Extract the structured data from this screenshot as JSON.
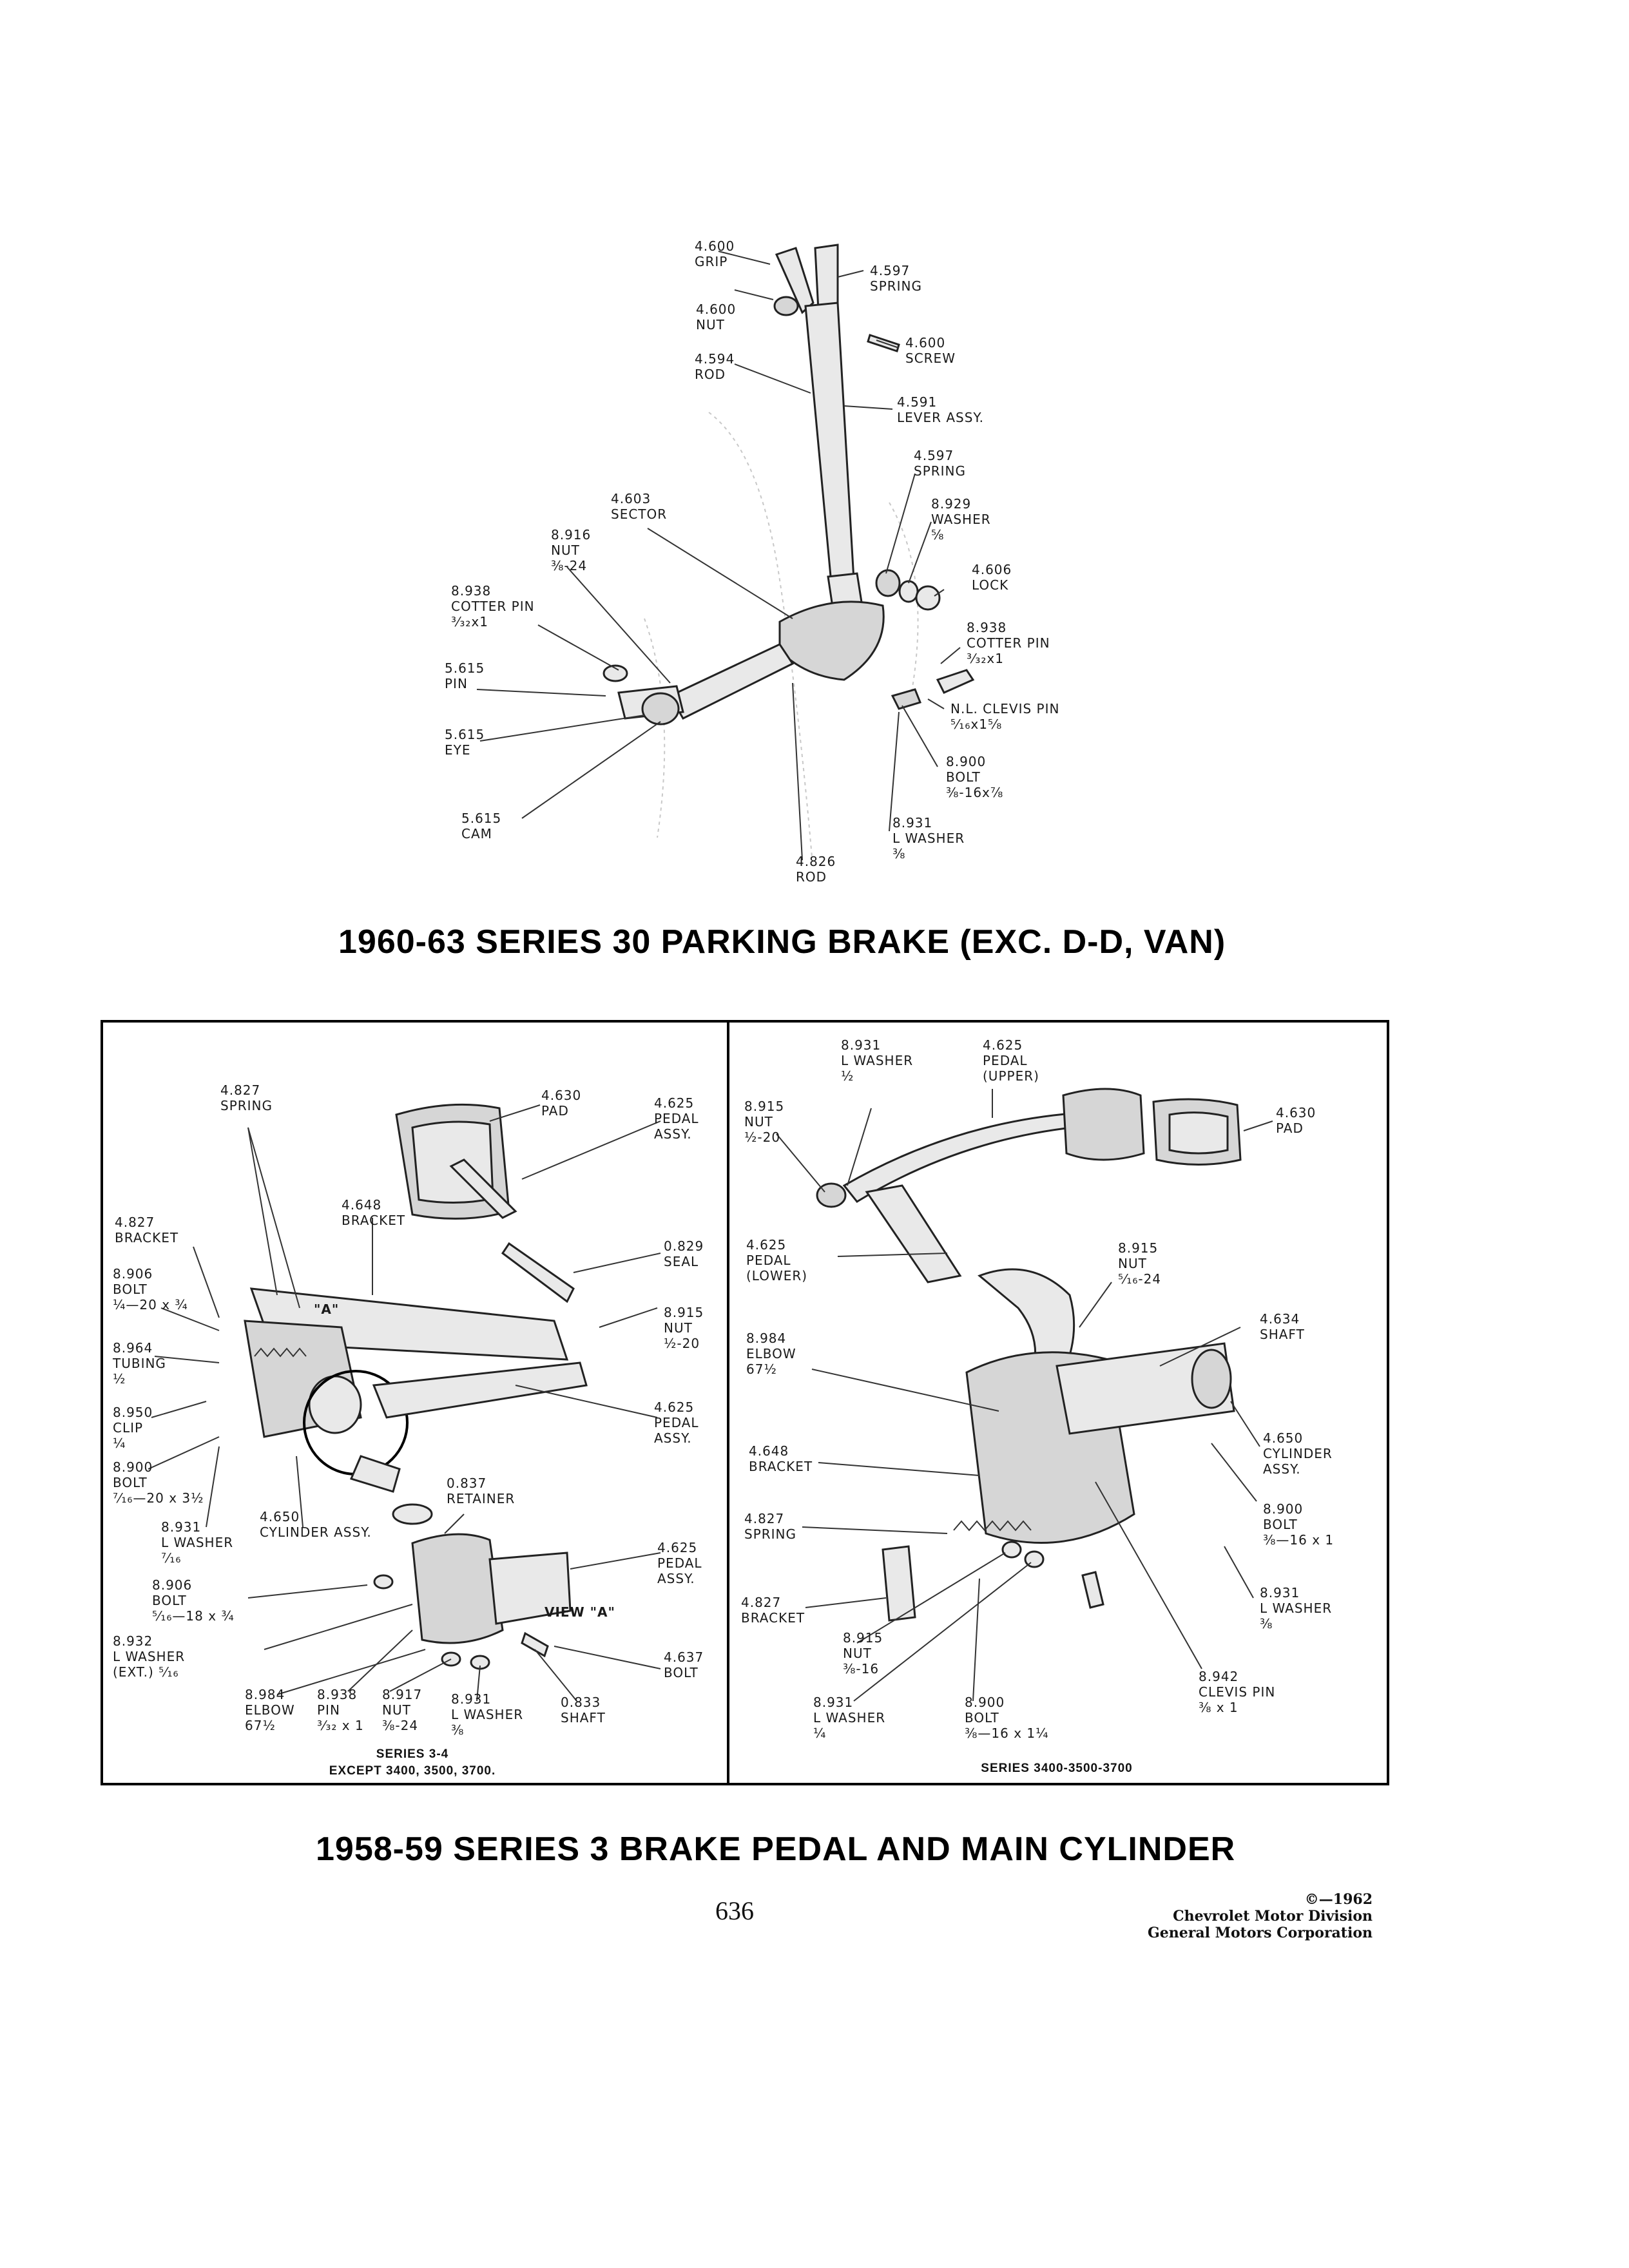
{
  "parking_brake": {
    "title": "1960-63 SERIES 30 PARKING BRAKE (EXC. D-D, VAN)",
    "labels": [
      "4.600\nGRIP",
      "4.597\nSPRING",
      "4.600\nNUT",
      "4.600\nSCREW",
      "4.594\nROD",
      "4.591\nLEVER ASSY.",
      "4.597\nSPRING",
      "4.603\nSECTOR",
      "8.929\nWASHER\n⅝",
      "8.916\nNUT\n⅜-24",
      "4.606\nLOCK",
      "8.938\nCOTTER PIN\n³⁄₃₂x1",
      "8.938\nCOTTER PIN\n³⁄₃₂x1",
      "5.615\nPIN",
      "N.L. CLEVIS PIN\n⁵⁄₁₆x1⁵⁄₈",
      "5.615\nEYE",
      "8.900\nBOLT\n⅜-16x⅞",
      "5.615\nCAM",
      "8.931\nL WASHER\n⅜",
      "4.826\nROD"
    ]
  },
  "brake_pedal": {
    "title": "1958-59 SERIES 3 BRAKE PEDAL AND MAIN CYLINDER",
    "left_panel": {
      "caption": "SERIES 3-4\nEXCEPT 3400, 3500, 3700.",
      "view_label": "VIEW \"A\"",
      "view_marker": "\"A\"",
      "labels": [
        "4.827\nSPRING",
        "4.630\nPAD",
        "4.625\nPEDAL\nASSY.",
        "4.648\nBRACKET",
        "4.827\nBRACKET",
        "0.829\nSEAL",
        "8.906\nBOLT\n¼—20 x ¾",
        "8.915\nNUT\n½-20",
        "8.964\nTUBING\n½",
        "4.625\nPEDAL\nASSY.",
        "8.950\nCLIP\n¼",
        "8.900\nBOLT\n⁷⁄₁₆—20 x 3½",
        "0.837\nRETAINER",
        "8.931\nL WASHER\n⁷⁄₁₆",
        "4.650\nCYLINDER ASSY.",
        "4.625\nPEDAL\nASSY.",
        "8.906\nBOLT\n⁵⁄₁₆—18 x ¾",
        "8.932\nL WASHER\n(EXT.) ⁵⁄₁₆",
        "4.637\nBOLT",
        "8.984\nELBOW\n67½",
        "8.938\nPIN\n³⁄₃₂ x 1",
        "8.917\nNUT\n⅜-24",
        "8.931\nL WASHER\n⅜",
        "0.833\nSHAFT"
      ]
    },
    "right_panel": {
      "caption": "SERIES 3400-3500-3700",
      "labels": [
        "8.931\nL WASHER\n½",
        "4.625\nPEDAL\n(UPPER)",
        "8.915\nNUT\n½-20",
        "4.630\nPAD",
        "4.625\nPEDAL\n(LOWER)",
        "8.915\nNUT\n⁵⁄₁₆-24",
        "4.634\nSHAFT",
        "8.984\nELBOW\n67½",
        "4.650\nCYLINDER\nASSY.",
        "4.648\nBRACKET",
        "8.900\nBOLT\n⅜—16 x 1",
        "4.827\nSPRING",
        "8.931\nL WASHER\n⅜",
        "4.827\nBRACKET",
        "8.915\nNUT\n⅜-16",
        "8.942\nCLEVIS PIN\n⅜ x 1",
        "8.931\nL WASHER\n¼",
        "8.900\nBOLT\n⅜—16 x 1¼"
      ]
    }
  },
  "footer": {
    "page_number": "636",
    "copyright": "©—1962\nChevrolet Motor Division\nGeneral Motors Corporation"
  }
}
